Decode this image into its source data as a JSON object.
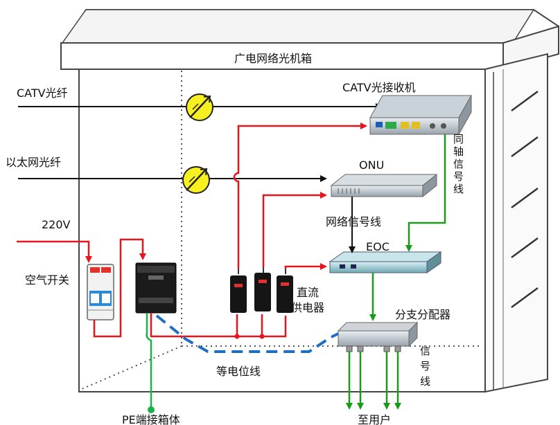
{
  "title": "广电网络光机箱",
  "labels": {
    "catv_fiber": "CATV光纤",
    "eth_fiber": "以太网光纤",
    "voltage": "220V",
    "air_switch": "空气开关",
    "catv_receiver": "CATV光接收机",
    "onu": "ONU",
    "eoc": "EOC",
    "sync_line": "同轴信号线",
    "net_line": "网络信号线",
    "dc_supply_1": "直流",
    "dc_supply_2": "供电器",
    "splitter": "分支分配器",
    "signal_line": "信号线",
    "equipotential": "等电位线",
    "pe": "PE端接箱体",
    "to_user": "至用户"
  },
  "colors": {
    "power": "#e8141c",
    "signal": "#1a9a1a",
    "fiber": "#111111",
    "ground": "#1c6fc4",
    "pe": "#19b34a"
  },
  "icons": [
    "fiber-adapter-icon",
    "air-switch-icon",
    "power-supply-icon",
    "dc-adapter-icon",
    "catv-receiver-icon",
    "onu-icon",
    "eoc-icon",
    "splitter-icon"
  ]
}
